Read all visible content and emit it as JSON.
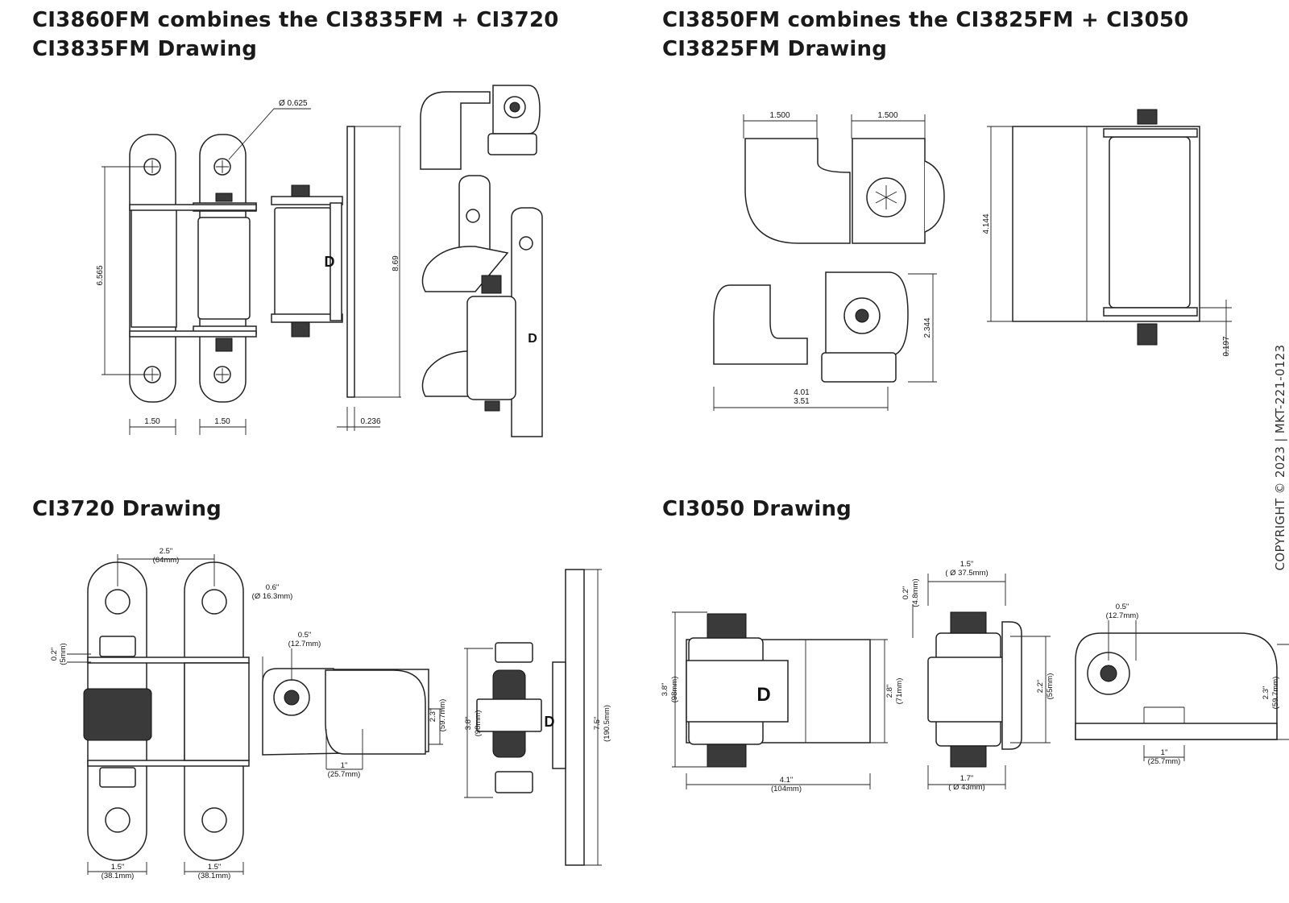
{
  "headings": {
    "top_left_title": "CI3860FM combines the CI3835FM + CI3720",
    "top_left_sub": "CI3835FM Drawing",
    "top_right_title": "CI3850FM combines the CI3825FM + CI3050",
    "top_right_sub": "CI3825FM Drawing",
    "bottom_left": "CI3720 Drawing",
    "bottom_right": "CI3050 Drawing"
  },
  "copyright": "COPYRIGHT © 2023  |  MKT-221-0123",
  "logo_letter": "D",
  "ci3835fm": {
    "hole_dia": "Ø 0.625",
    "height": "6.565",
    "overall": "8.69",
    "width_a": "1.50",
    "width_b": "1.50",
    "plate_thk": "0.236"
  },
  "ci3825fm": {
    "top_a": "1.500",
    "top_b": "1.500",
    "height": "4.144",
    "side": "2.344",
    "bottom_a": "4.01",
    "bottom_b": "3.51",
    "offset": "0.197"
  },
  "ci3720": {
    "spacing": "2.5\"",
    "spacing_mm": "(64mm)",
    "hole": "0.6\"",
    "hole_mm": "(Ø 16.3mm)",
    "offset": "0.2\"",
    "offset_mm": "(5mm)",
    "pin": "0.5\"",
    "pin_mm": "(12.7mm)",
    "h1": "2.3\"",
    "h1_mm": "(59.7mm)",
    "reach": "1\"",
    "reach_mm": "(25.7mm)",
    "body": "3.8\"",
    "body_mm": "(98mm)",
    "plate": "7.5\"",
    "plate_mm": "(190.5mm)",
    "w1": "1.5\"",
    "w1_mm": "(38.1mm)",
    "w2": "1.5\"",
    "w2_mm": "(38.1mm)"
  },
  "ci3050": {
    "h": "3.8\"",
    "h_mm": "(98mm)",
    "h2": "2.8\"",
    "h2_mm": "(71mm)",
    "w": "4.1\"",
    "w_mm": "(104mm)",
    "top": "1.5\"",
    "top_mm": "( Ø 37.5mm)",
    "gap": "0.2\"",
    "gap_mm": "(4.8mm)",
    "h3": "2.2\"",
    "h3_mm": "(55mm)",
    "bot": "1.7\"",
    "bot_mm": "( Ø 43mm)",
    "pin": "0.5\"",
    "pin_mm": "(12.7mm)",
    "h4": "2.3\"",
    "h4_mm": "(59.7mm)",
    "reach": "1\"",
    "reach_mm": "(25.7mm)"
  }
}
